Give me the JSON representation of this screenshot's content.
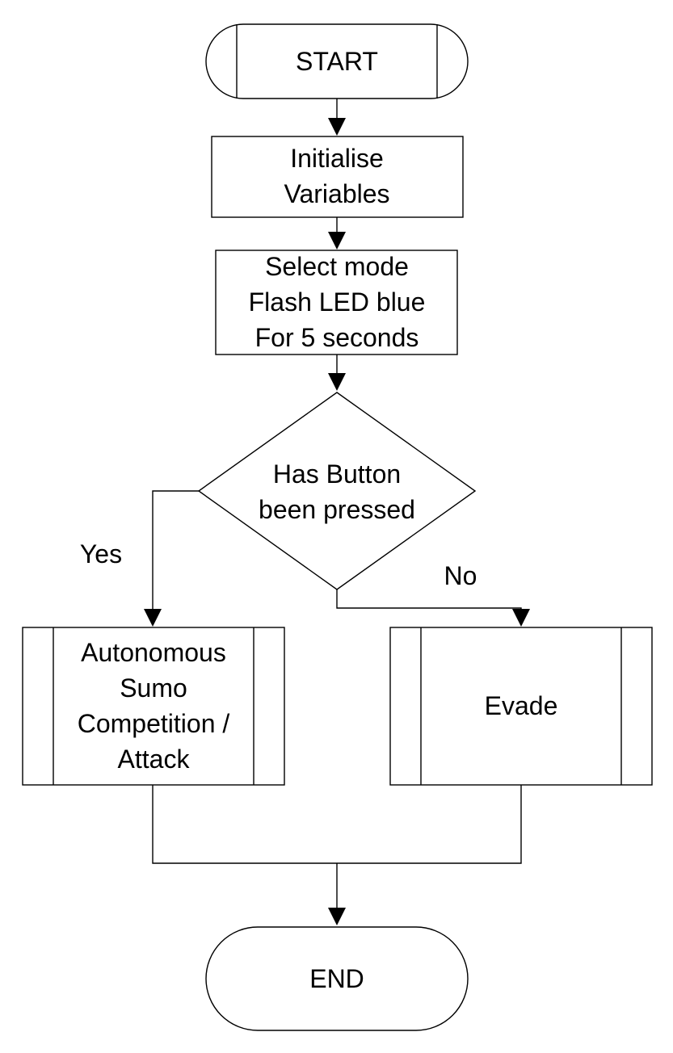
{
  "nodes": {
    "start": "START",
    "init": [
      "Initialise",
      "Variables"
    ],
    "select_mode": [
      "Select mode",
      "Flash LED blue",
      "For 5 seconds"
    ],
    "decision": [
      "Has Button",
      "been pressed"
    ],
    "autonomous": [
      "Autonomous",
      "Sumo",
      "Competition /",
      "Attack"
    ],
    "evade": "Evade",
    "end": "END"
  },
  "edges": {
    "yes_label": "Yes",
    "no_label": "No"
  }
}
